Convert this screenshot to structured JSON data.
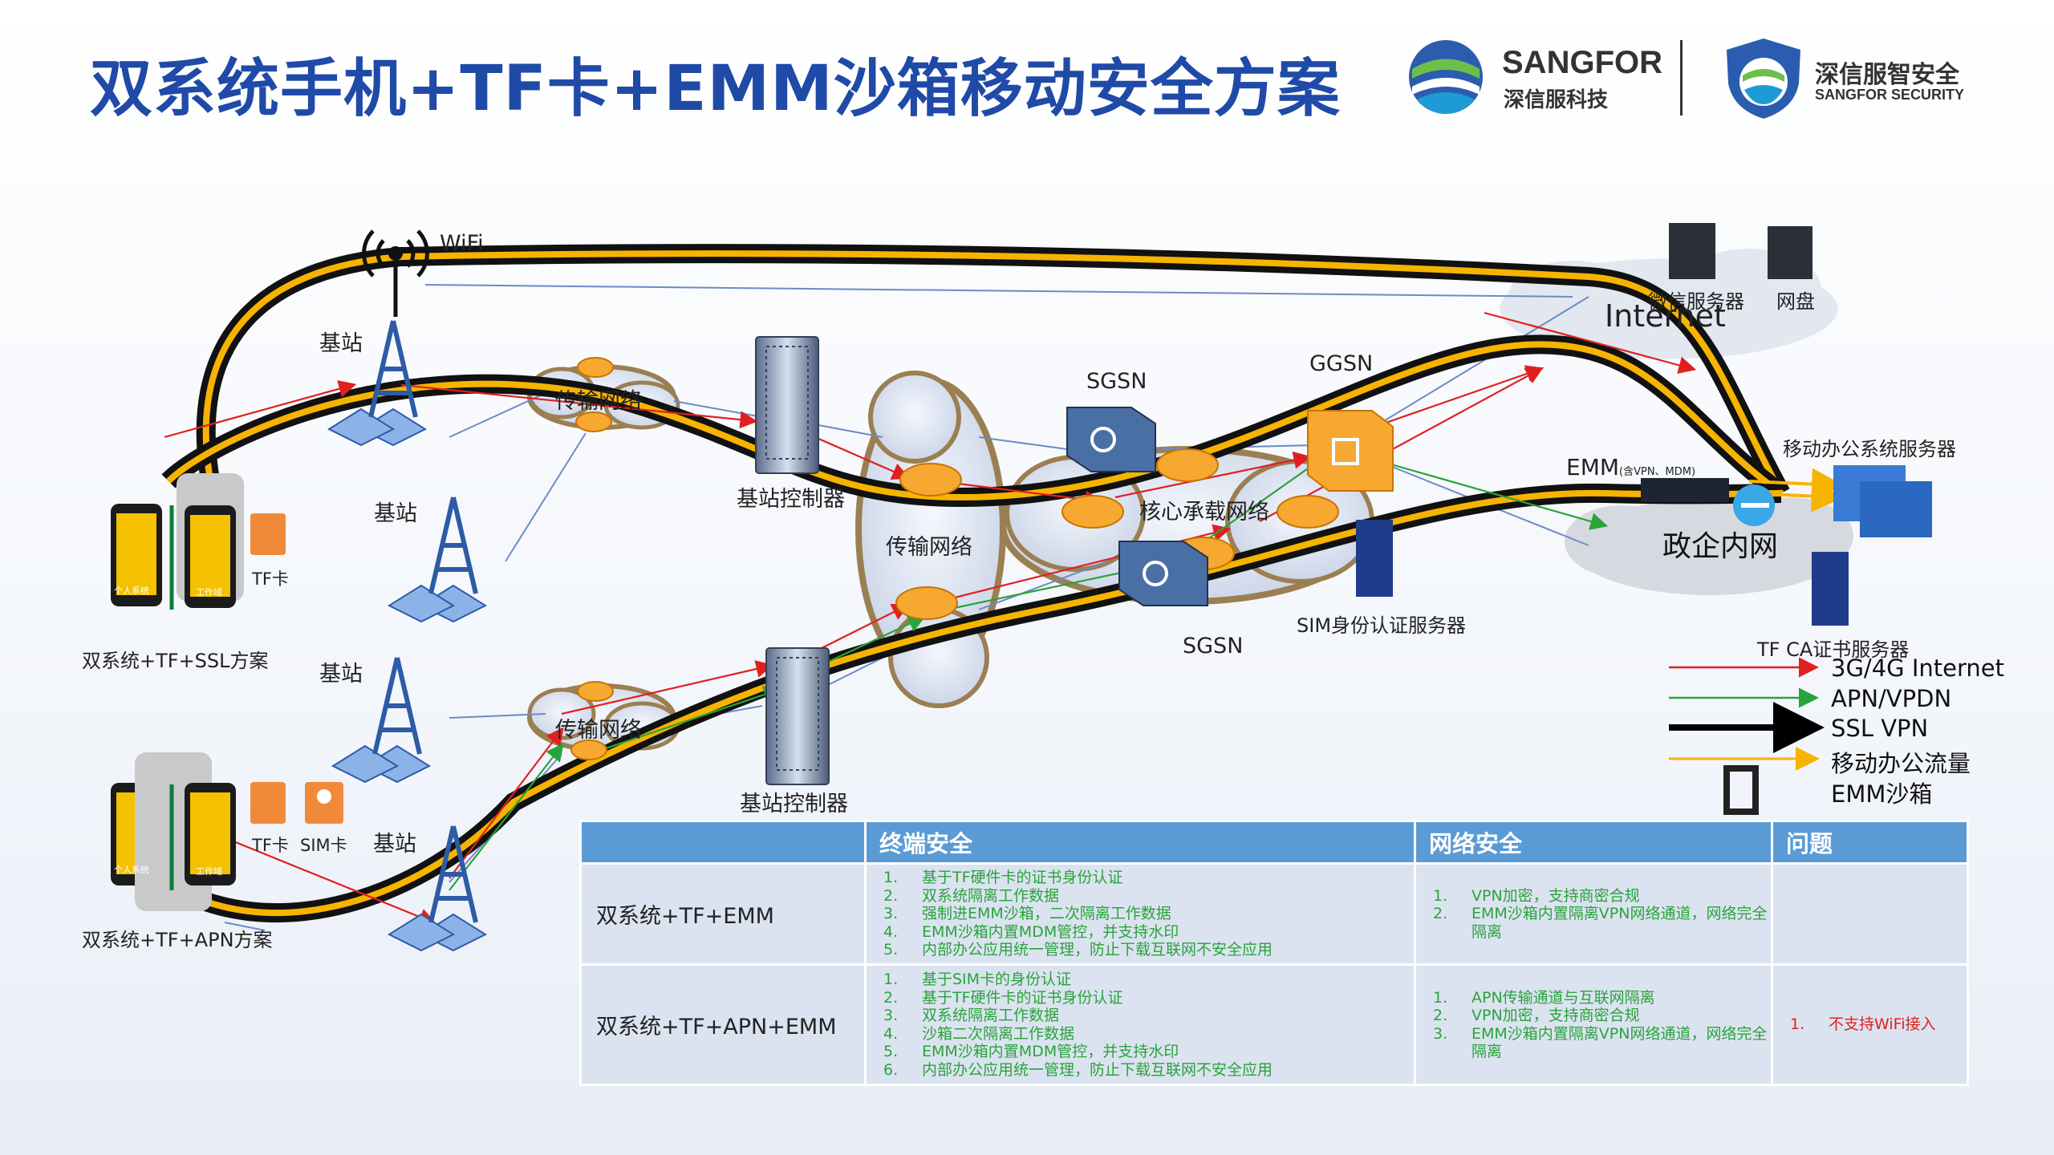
{
  "title": "双系统手机+TF卡+EMM沙箱移动安全方案",
  "logos": {
    "sangfor_name": "SANGFOR",
    "sangfor_cn": "深信服科技",
    "security_cn": "深信服智安全",
    "security_en": "SANGFOR SECURITY"
  },
  "diagram": {
    "wifi": "WiFi",
    "base_station": "基站",
    "transport_network": "传输网络",
    "base_controller": "基站控制器",
    "sgsn": "SGSN",
    "ggsn": "GGSN",
    "core_network": "核心承载网络",
    "sim_auth_server": "SIM身份认证服务器",
    "internet": "Internet",
    "wechat_server": "微信服务器",
    "netdisk": "网盘",
    "emm": "EMM",
    "emm_sub": "(含VPN、MDM)",
    "mobile_office_server": "移动办公系统服务器",
    "gov_intranet": "政企内网",
    "tf_ca_server": "TF CA证书服务器",
    "tf_card": "TF卡",
    "sim_card": "SIM卡",
    "personal_system": "个人系统",
    "work_domain": "工作域",
    "solution_ssl": "双系统+TF+SSL方案",
    "solution_apn": "双系统+TF+APN方案"
  },
  "legend": [
    {
      "label": "3G/4G Internet",
      "color": "#e02020"
    },
    {
      "label": "APN/VPDN",
      "color": "#2aa33a"
    },
    {
      "label": "SSL VPN",
      "color": "#000000"
    },
    {
      "label": "移动办公流量",
      "color": "#f6b400"
    },
    {
      "label": "EMM沙箱",
      "color": "#333333"
    }
  ],
  "table": {
    "headers": [
      "",
      "终端安全",
      "网络安全",
      "问题"
    ],
    "rows": [
      {
        "name": "双系统+TF+EMM",
        "terminal": [
          {
            "n": "1.",
            "t": "基于TF硬件卡的证书身份认证"
          },
          {
            "n": "2.",
            "t": "双系统隔离工作数据"
          },
          {
            "n": "3.",
            "t": "强制进EMM沙箱，二次隔离工作数据"
          },
          {
            "n": "4.",
            "t": "EMM沙箱内置MDM管控，并支持水印"
          },
          {
            "n": "5.",
            "t": "内部办公应用统一管理，防止下载互联网不安全应用"
          }
        ],
        "network": [
          {
            "n": "1.",
            "t": "VPN加密，支持商密合规"
          },
          {
            "n": "2.",
            "t": "EMM沙箱内置隔离VPN网络通道，网络完全隔离"
          }
        ],
        "issues": []
      },
      {
        "name": "双系统+TF+APN+EMM",
        "terminal": [
          {
            "n": "1.",
            "t": "基于SIM卡的身份认证"
          },
          {
            "n": "2.",
            "t": "基于TF硬件卡的证书身份认证"
          },
          {
            "n": "3.",
            "t": "双系统隔离工作数据"
          },
          {
            "n": "4.",
            "t": "沙箱二次隔离工作数据"
          },
          {
            "n": "5.",
            "t": "EMM沙箱内置MDM管控，并支持水印"
          },
          {
            "n": "6.",
            "t": "内部办公应用统一管理，防止下载互联网不安全应用"
          }
        ],
        "network": [
          {
            "n": "1.",
            "t": "APN传输通道与互联网隔离"
          },
          {
            "n": "2.",
            "t": "VPN加密，支持商密合规"
          },
          {
            "n": "3.",
            "t": "EMM沙箱内置隔离VPN网络通道，网络完全隔离"
          }
        ],
        "issues": [
          {
            "n": "1.",
            "t": "不支持WiFi接入"
          }
        ]
      }
    ]
  }
}
